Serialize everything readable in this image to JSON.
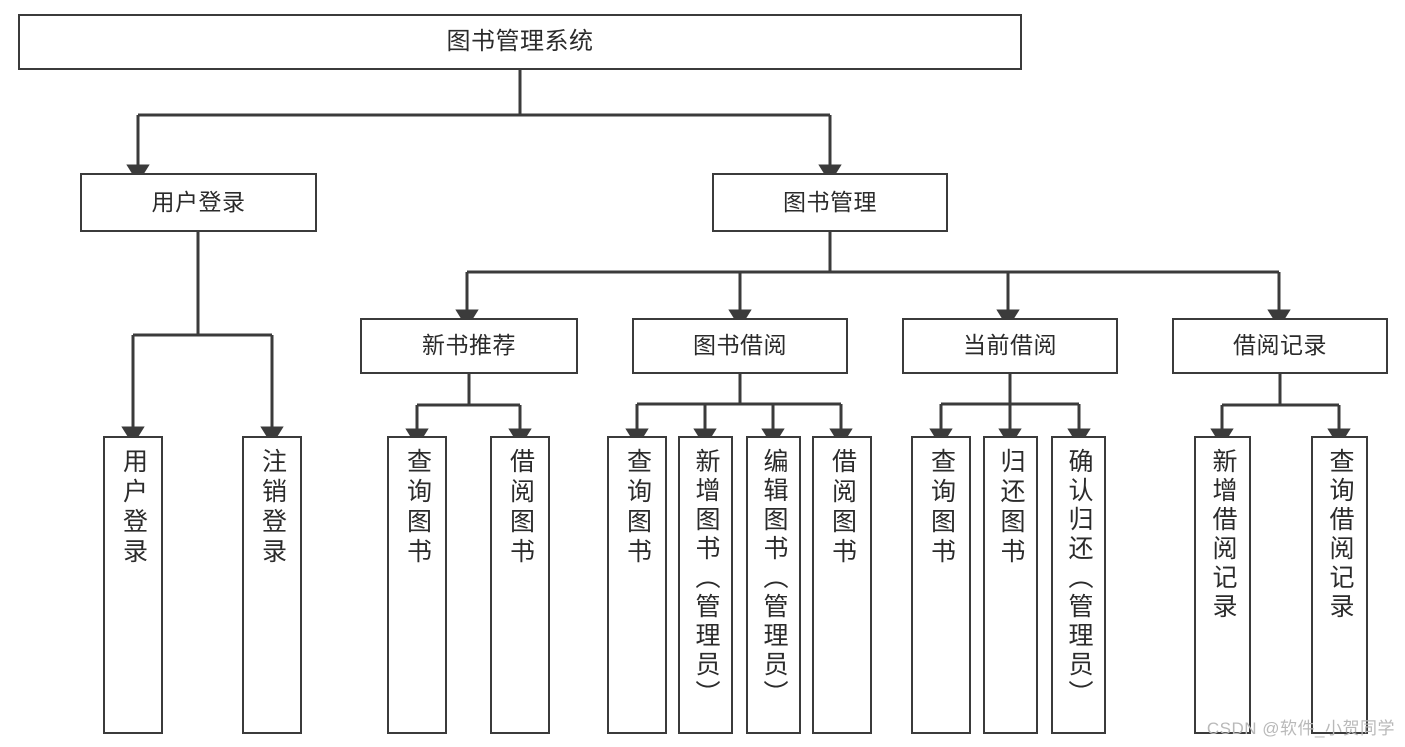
{
  "diagram": {
    "type": "tree-hierarchy",
    "title": "图书管理系统",
    "colors": {
      "stroke": "#3b3b3b",
      "fill": "#ffffff",
      "text": "#2b2b2b",
      "watermark": "#b9b9b9"
    },
    "root": {
      "label": "图书管理系统"
    },
    "level2": [
      {
        "label": "用户登录"
      },
      {
        "label": "图书管理"
      }
    ],
    "level3": [
      {
        "label": "新书推荐"
      },
      {
        "label": "图书借阅"
      },
      {
        "label": "当前借阅"
      },
      {
        "label": "借阅记录"
      }
    ],
    "leaves": {
      "user_login": [
        {
          "label": "用户登录"
        },
        {
          "label": "注销登录"
        }
      ],
      "new_book_recommend": [
        {
          "label": "查询图书"
        },
        {
          "label": "借阅图书"
        }
      ],
      "book_borrow": [
        {
          "label": "查询图书"
        },
        {
          "label": "新增图书（管理员）"
        },
        {
          "label": "编辑图书（管理员）"
        },
        {
          "label": "借阅图书"
        }
      ],
      "current_borrow": [
        {
          "label": "查询图书"
        },
        {
          "label": "归还图书"
        },
        {
          "label": "确认归还（管理员）"
        }
      ],
      "borrow_record": [
        {
          "label": "新增借阅记录"
        },
        {
          "label": "查询借阅记录"
        }
      ]
    }
  },
  "watermark": {
    "text": "CSDN @软件_小贺同学"
  }
}
